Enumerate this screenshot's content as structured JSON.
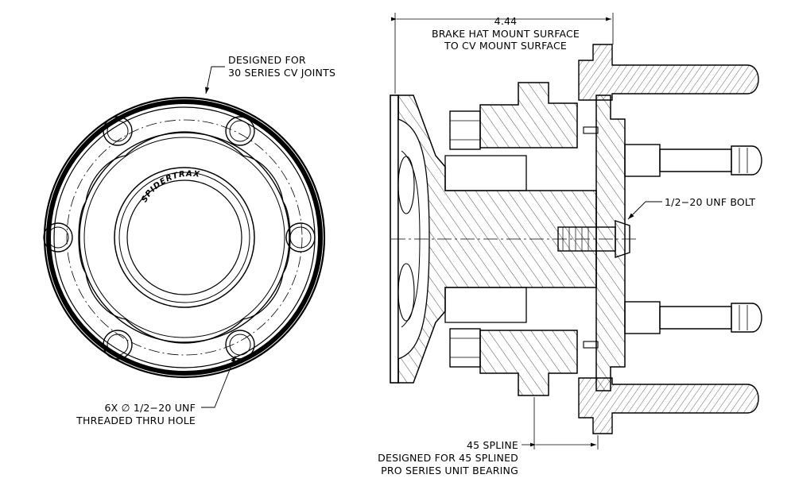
{
  "brand_text": "SPIDERTRAX",
  "callouts": {
    "cv_joint": {
      "line1": "DESIGNED FOR",
      "line2": "30 SERIES CV JOINTS"
    },
    "threaded_hole": {
      "line1": "6X ∅ 1/2−20 UNF",
      "line2": "THREADED THRU HOLE"
    },
    "bolt": {
      "line1": "1/2−20 UNF BOLT"
    },
    "dimension": {
      "value": "4.44",
      "line1": "BRAKE HAT MOUNT SURFACE",
      "line2": "TO CV MOUNT SURFACE"
    },
    "spline": {
      "line1": "45 SPLINE",
      "line2": "DESIGNED FOR 45 SPLINED",
      "line3": "PRO SERIES UNIT BEARING"
    }
  }
}
